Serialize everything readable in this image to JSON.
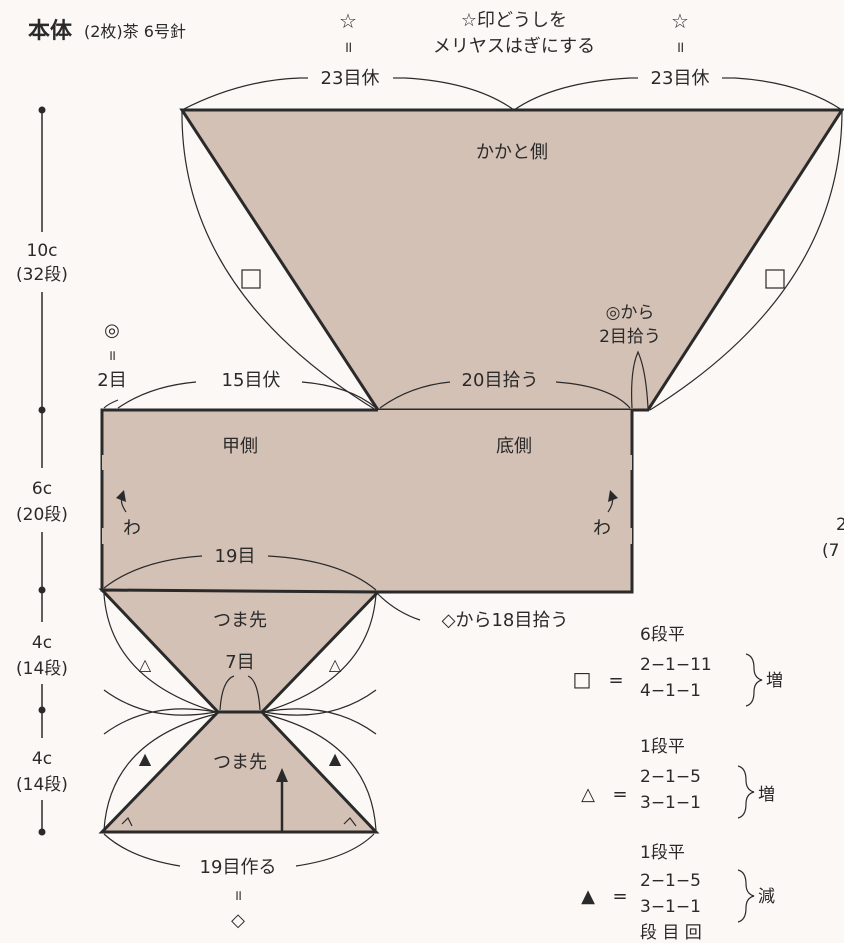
{
  "header": {
    "title": "本体",
    "subtitle": "(2枚)茶 6号針"
  },
  "top": {
    "star_left": "☆",
    "star_right": "☆",
    "equals": "॥",
    "note_line1": "☆印どうしを",
    "note_line2": "メリヤスはぎにする",
    "left_stitches": "23目休",
    "right_stitches": "23目休"
  },
  "ruler": [
    {
      "cm": "10c",
      "rows": "(32段)"
    },
    {
      "cm": "6c",
      "rows": "(20段)"
    },
    {
      "cm": "4c",
      "rows": "(14段)"
    },
    {
      "cm": "4c",
      "rows": "(14段)"
    }
  ],
  "parts": {
    "heel": "かかと側",
    "instep": "甲側",
    "sole": "底側",
    "toe_upper": "つま先",
    "toe_lower": "つま先"
  },
  "labels": {
    "double_circle": "◎",
    "equals_mark": "॥",
    "two_stitches": "2目",
    "cast_off": "15目伏",
    "pickup_20": "20目拾う",
    "pickup_from_line1": "◎から",
    "pickup_from_line2": "2目拾う",
    "wa": "わ",
    "stitches_19": "19目",
    "stitches_7": "7目",
    "pickup_18": "◇から18目拾う",
    "cast_on_19": "19目作る",
    "diamond": "◇",
    "square": "□",
    "tri_open": "△",
    "tri_filled": "▲",
    "cut_right_1": "2",
    "cut_right_2": "(7"
  },
  "legend": [
    {
      "symbol": "□",
      "eq": "=",
      "flat": "6段平",
      "rows": [
        "2−1−11",
        "4−1−1"
      ],
      "type": "増"
    },
    {
      "symbol": "△",
      "eq": "=",
      "flat": "1段平",
      "rows": [
        "2−1−5",
        "3−1−1"
      ],
      "type": "増"
    },
    {
      "symbol": "▲",
      "eq": "=",
      "flat": "1段平",
      "rows": [
        "2−1−5",
        "3−1−1"
      ],
      "type": "減"
    }
  ],
  "legend_footer": "段 目 回"
}
